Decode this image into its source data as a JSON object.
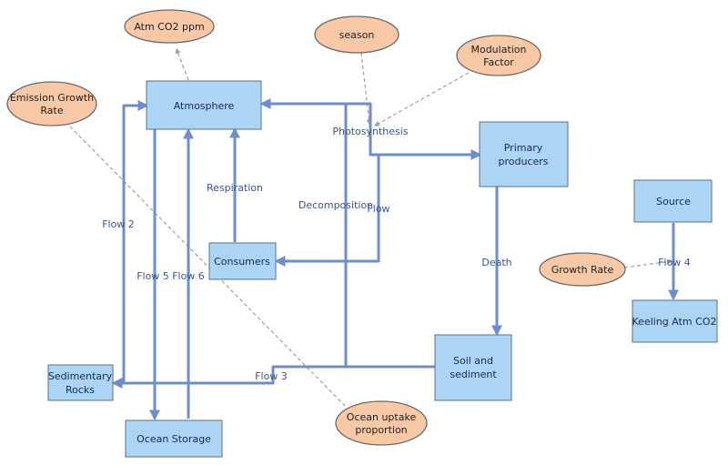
{
  "stocks": {
    "atmosphere": "Atmosphere",
    "primary_producers": [
      "Primary",
      "producers"
    ],
    "consumers": "Consumers",
    "soil_sediment": [
      "Soil and",
      "sediment"
    ],
    "sedimentary_rocks": [
      "Sedimentary",
      "Rocks"
    ],
    "ocean_storage": "Ocean Storage",
    "source": "Source",
    "keeling": "Keeling Atm CO2"
  },
  "variables": {
    "atm_co2_ppm": "Atm CO2 ppm",
    "season": "season",
    "modulation_factor": [
      "Modulation",
      "Factor"
    ],
    "emission_growth_rate": [
      "Emission Growth",
      "Rate"
    ],
    "growth_rate": "Growth Rate",
    "ocean_uptake_proportion": [
      "Ocean uptake",
      "proportion"
    ]
  },
  "flows": {
    "photosynthesis": "Photosynthesis",
    "respiration": "Respiration",
    "decomposition": "Decomposition",
    "flow": "Flow",
    "death": "Death",
    "flow2": "Flow 2",
    "flow3": "Flow 3",
    "flow4": "Flow 4",
    "flow5": "Flow 5",
    "flow6": "Flow 6"
  },
  "colors": {
    "stock_fill": "#acd4f4",
    "variable_fill": "#f9c8a7",
    "flow_stroke": "#6f8ec8",
    "link_stroke": "#a0a0a0"
  }
}
